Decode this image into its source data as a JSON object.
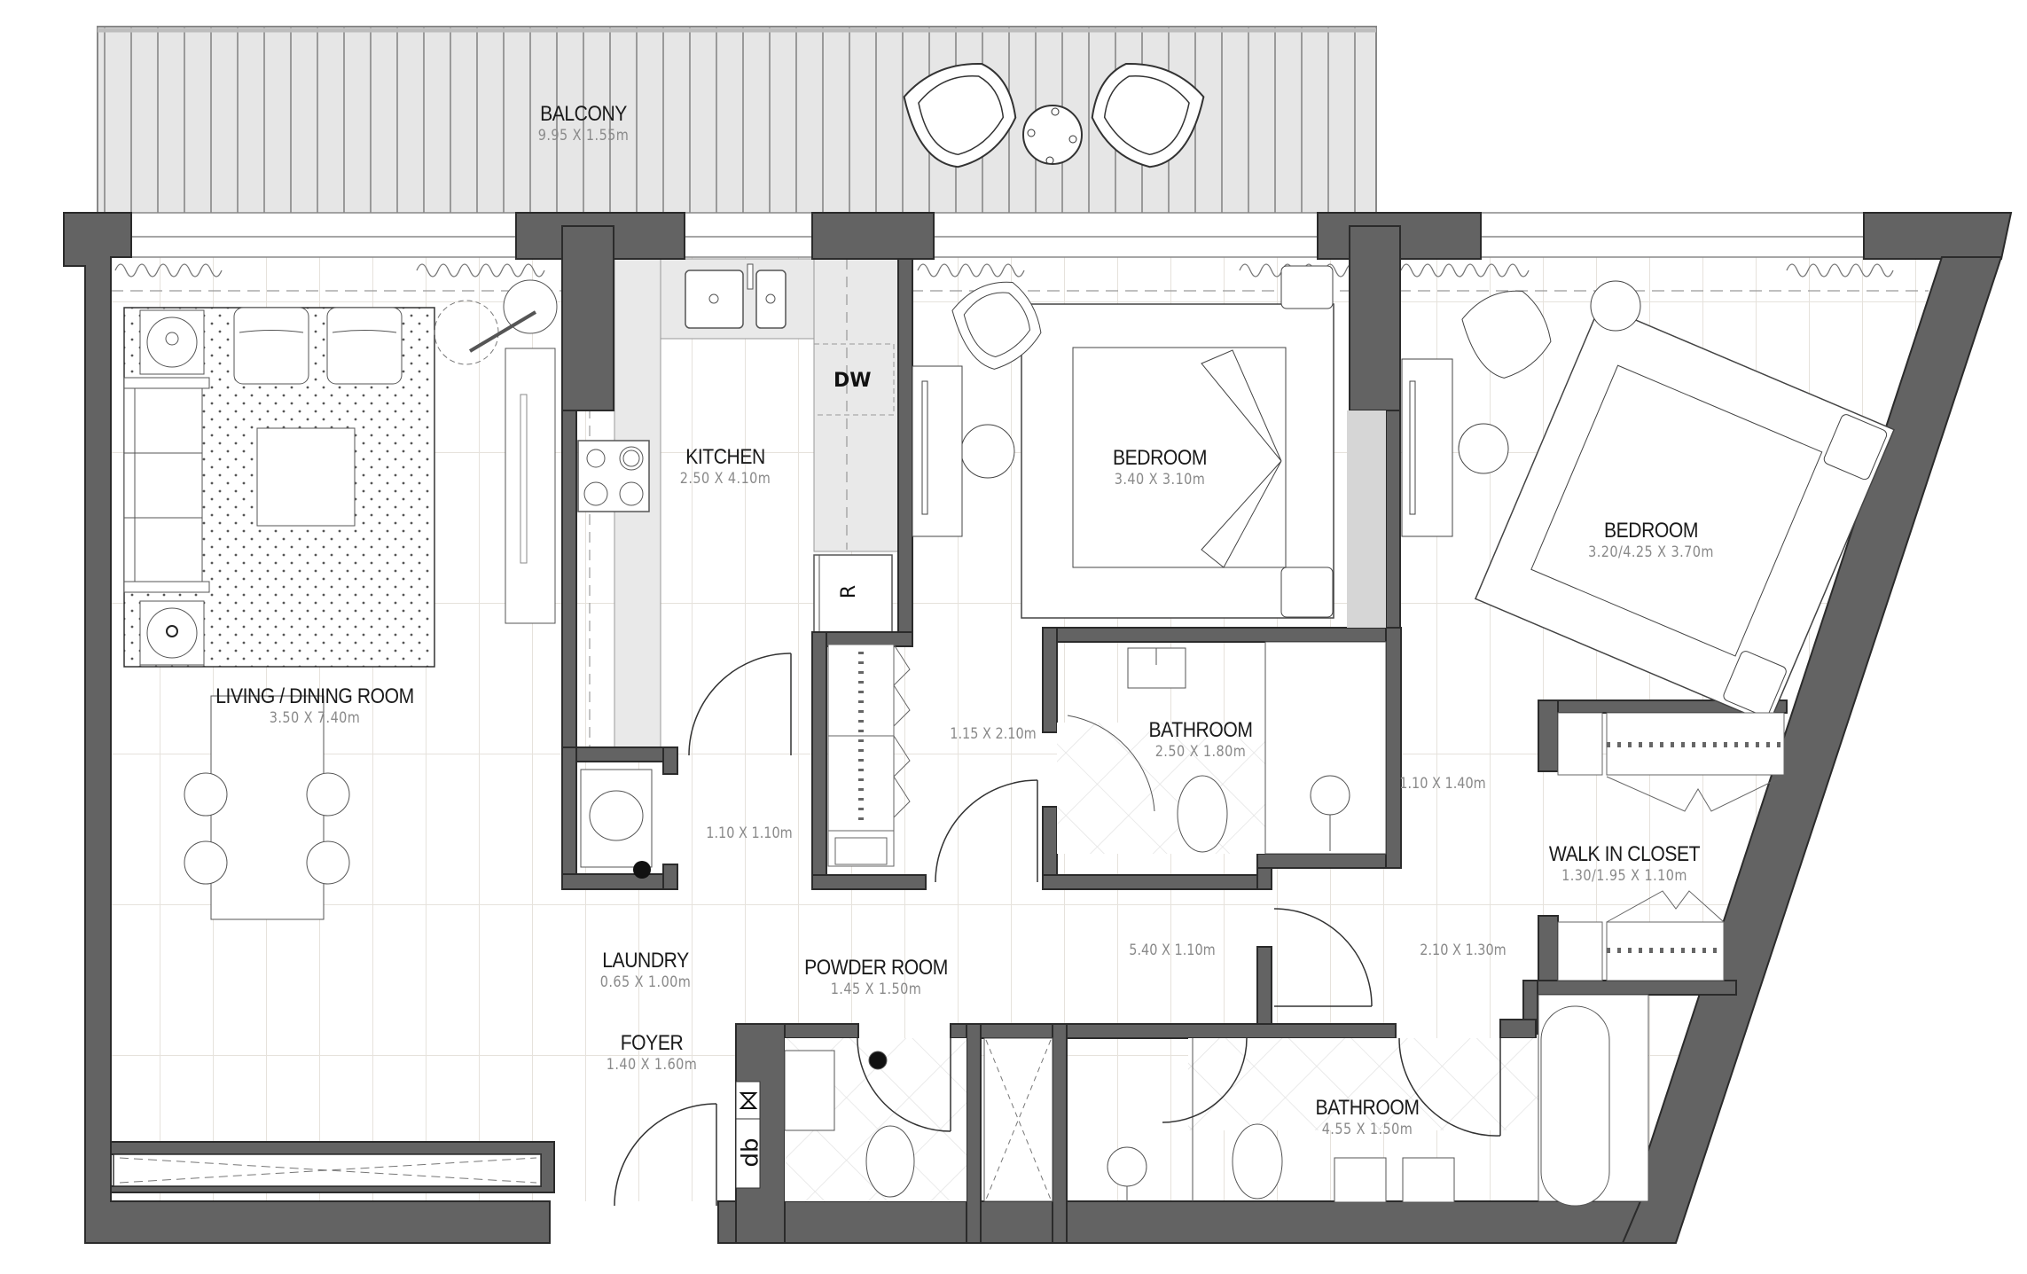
{
  "plan": {
    "colors": {
      "wall": "#636363",
      "wall_outline": "#2b2b2b",
      "balcony_fill": "#e6e6e6",
      "kitchen_counter": "#e9e9e9",
      "floor_grid": "#e4e0da",
      "line": "#3a3a3a",
      "label": "#1a1a1a",
      "dim": "#8a8a8a"
    },
    "rooms": [
      {
        "id": "balcony",
        "name": "BALCONY",
        "dims": "9.95 X 1.55m"
      },
      {
        "id": "living",
        "name": "LIVING / DINING ROOM",
        "dims": "3.50 X 7.40m"
      },
      {
        "id": "kitchen",
        "name": "KITCHEN",
        "dims": "2.50 X 4.10m"
      },
      {
        "id": "bedroom1",
        "name": "BEDROOM",
        "dims": "3.40 X 3.10m"
      },
      {
        "id": "bedroom2",
        "name": "BEDROOM",
        "dims": "3.20/4.25 X 3.70m"
      },
      {
        "id": "bathroom1",
        "name": "BATHROOM",
        "dims": "2.50 X 1.80m"
      },
      {
        "id": "walkin",
        "name": "WALK IN CLOSET",
        "dims": "1.30/1.95 X 1.10m"
      },
      {
        "id": "laundry",
        "name": "LAUNDRY",
        "dims": "0.65 X 1.00m"
      },
      {
        "id": "powder",
        "name": "POWDER ROOM",
        "dims": "1.45 X 1.50m"
      },
      {
        "id": "foyer",
        "name": "FOYER",
        "dims": "1.40 X 1.60m"
      },
      {
        "id": "bathroom2",
        "name": "BATHROOM",
        "dims": "4.55 X 1.50m"
      }
    ],
    "dimensions_only": [
      {
        "id": "closet-hall",
        "dims": "1.15 X 2.10m"
      },
      {
        "id": "laundry-hall",
        "dims": "1.10 X 1.10m"
      },
      {
        "id": "corridor",
        "dims": "5.40 X 1.10m"
      },
      {
        "id": "bed2-entry",
        "dims": "1.10 X 1.40m"
      },
      {
        "id": "dress-hall",
        "dims": "2.10 X 1.30m"
      }
    ],
    "appliance_tags": {
      "dishwasher": "DW",
      "refrigerator": "R",
      "distribution_board": "db"
    }
  }
}
